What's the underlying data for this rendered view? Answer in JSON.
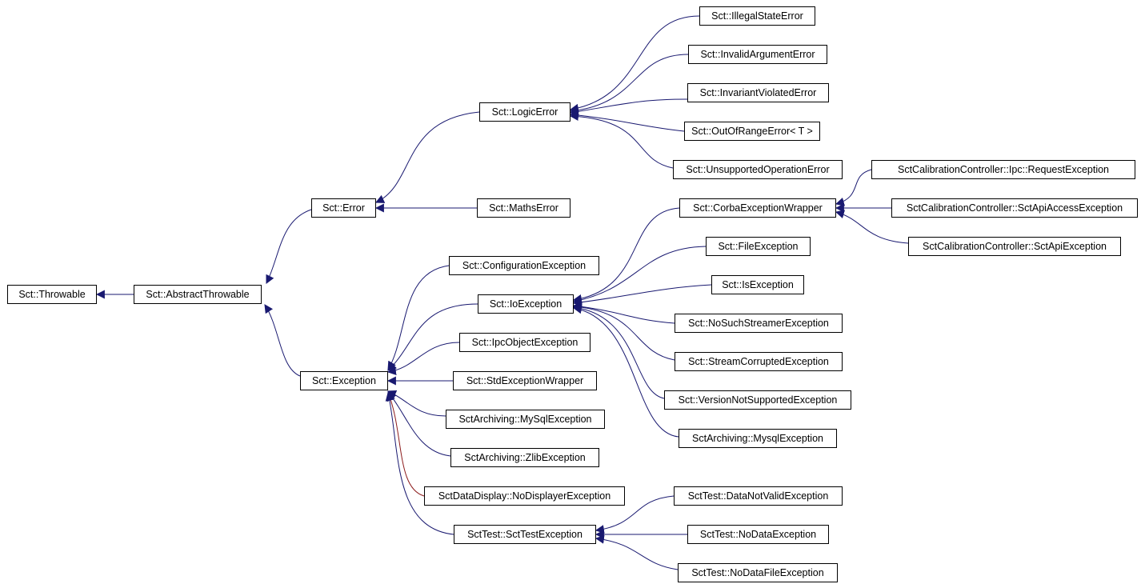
{
  "nodes": {
    "throwable": "Sct::Throwable",
    "abstract_throwable": "Sct::AbstractThrowable",
    "error": "Sct::Error",
    "exception": "Sct::Exception",
    "logic_error": "Sct::LogicError",
    "maths_error": "Sct::MathsError",
    "illegal_state_error": "Sct::IllegalStateError",
    "invalid_argument_error": "Sct::InvalidArgumentError",
    "invariant_violated_error": "Sct::InvariantViolatedError",
    "out_of_range_error": "Sct::OutOfRangeError< T >",
    "unsupported_operation_error": "Sct::UnsupportedOperationError",
    "configuration_exception": "Sct::ConfigurationException",
    "io_exception": "Sct::IoException",
    "ipc_object_exception": "Sct::IpcObjectException",
    "std_exception_wrapper": "Sct::StdExceptionWrapper",
    "mysql_exception_archiving": "SctArchiving::MySqlException",
    "zlib_exception": "SctArchiving::ZlibException",
    "no_displayer_exception": "SctDataDisplay::NoDisplayerException",
    "sct_test_exception": "SctTest::SctTestException",
    "corba_exception_wrapper": "Sct::CorbaExceptionWrapper",
    "file_exception": "Sct::FileException",
    "is_exception": "Sct::IsException",
    "no_such_streamer_exception": "Sct::NoSuchStreamerException",
    "stream_corrupted_exception": "Sct::StreamCorruptedException",
    "version_not_supported_exception": "Sct::VersionNotSupportedException",
    "mysql_exception_io": "SctArchiving::MysqlException",
    "request_exception": "SctCalibrationController::Ipc::RequestException",
    "sct_api_access_exception": "SctCalibrationController::SctApiAccessException",
    "sct_api_exception": "SctCalibrationController::SctApiException",
    "data_not_valid_exception": "SctTest::DataNotValidException",
    "no_data_exception": "SctTest::NoDataException",
    "no_data_file_exception": "SctTest::NoDataFileException"
  },
  "colors": {
    "edge": "#191970",
    "edge_highlight": "#8b1a1a",
    "node_border": "#000000",
    "node_fill": "#ffffff",
    "background": "#ffffff"
  }
}
